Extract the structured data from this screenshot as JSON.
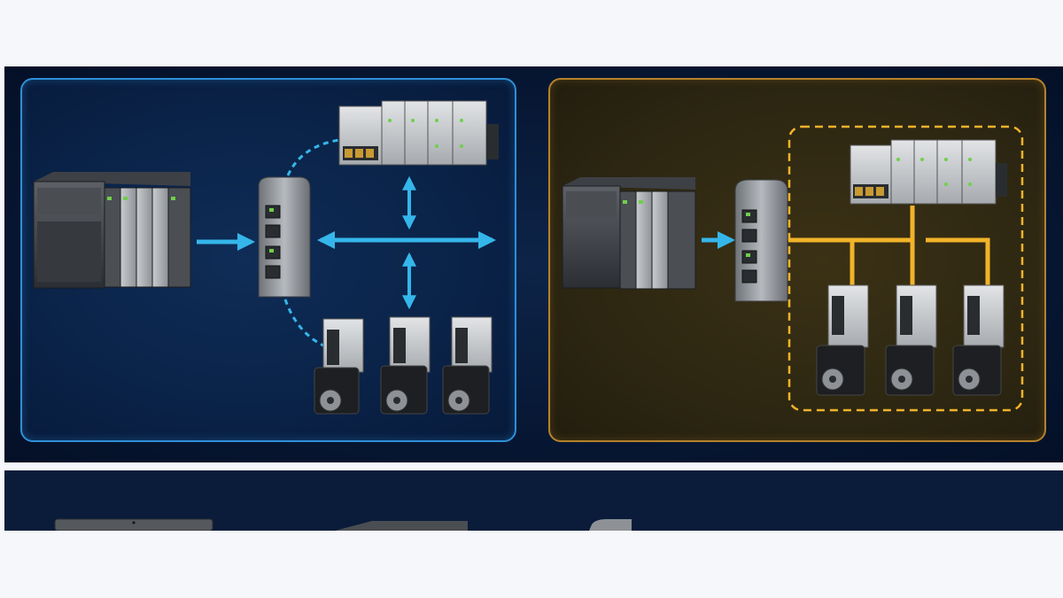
{
  "diagram": {
    "left_panel": {
      "accent_color": "#2f8fd8",
      "link_color": "#35b6ea",
      "components": [
        "plc-rack",
        "network-gateway",
        "io-module-rack",
        "servo-drive",
        "servo-drive",
        "servo-drive"
      ]
    },
    "right_panel": {
      "accent_color": "#b5822a",
      "link_color": "#f2b32a",
      "components": [
        "plc-rack",
        "network-gateway",
        "io-module-rack",
        "servo-drive",
        "servo-drive",
        "servo-drive"
      ]
    },
    "bottom_strip": {
      "components": [
        "laptop",
        "plc-rack",
        "network-gateway"
      ]
    }
  }
}
